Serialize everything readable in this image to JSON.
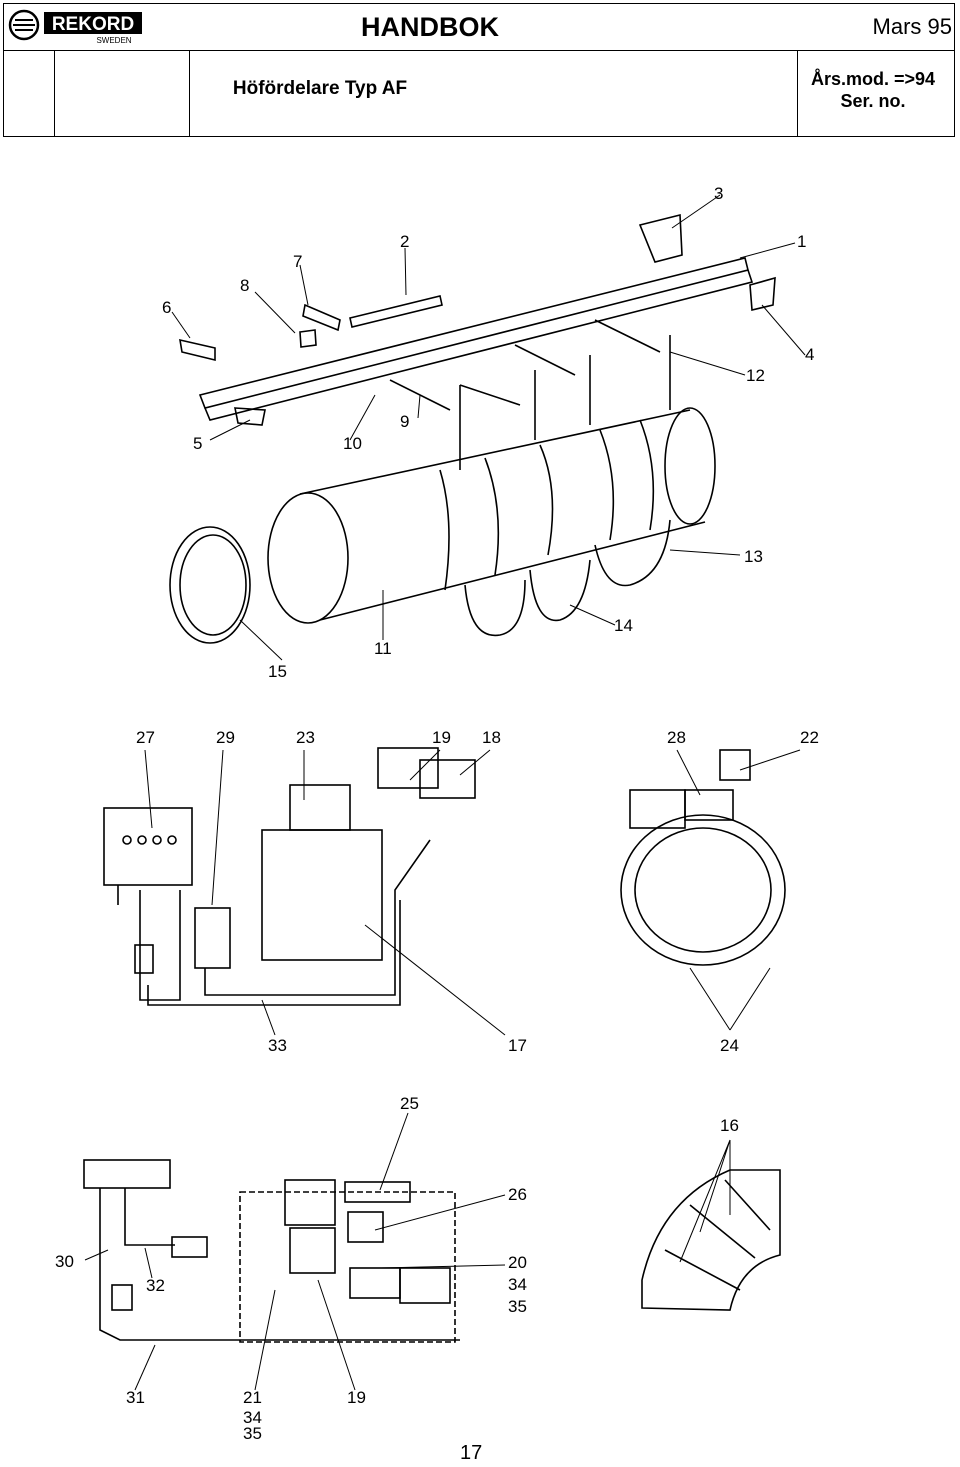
{
  "header": {
    "brand": "REKORD",
    "brand_sub": "SWEDEN",
    "title": "HANDBOK",
    "date": "Mars 95",
    "subtitle": "Höfördelare Typ AF",
    "model_line1": "Års.mod. =>94",
    "model_line2": "Ser. no."
  },
  "diagram1": {
    "labels": [
      "3",
      "1",
      "2",
      "7",
      "8",
      "6",
      "4",
      "12",
      "9",
      "5",
      "10",
      "13",
      "14",
      "11",
      "15"
    ]
  },
  "diagram2": {
    "labels": [
      "27",
      "29",
      "23",
      "19",
      "18",
      "28",
      "22",
      "33",
      "17",
      "24"
    ]
  },
  "diagram3": {
    "labels": [
      "25",
      "16",
      "26",
      "30",
      "32",
      "20",
      "34",
      "35",
      "31",
      "21",
      "34",
      "35",
      "19"
    ]
  },
  "footer": {
    "page_number": "17"
  }
}
